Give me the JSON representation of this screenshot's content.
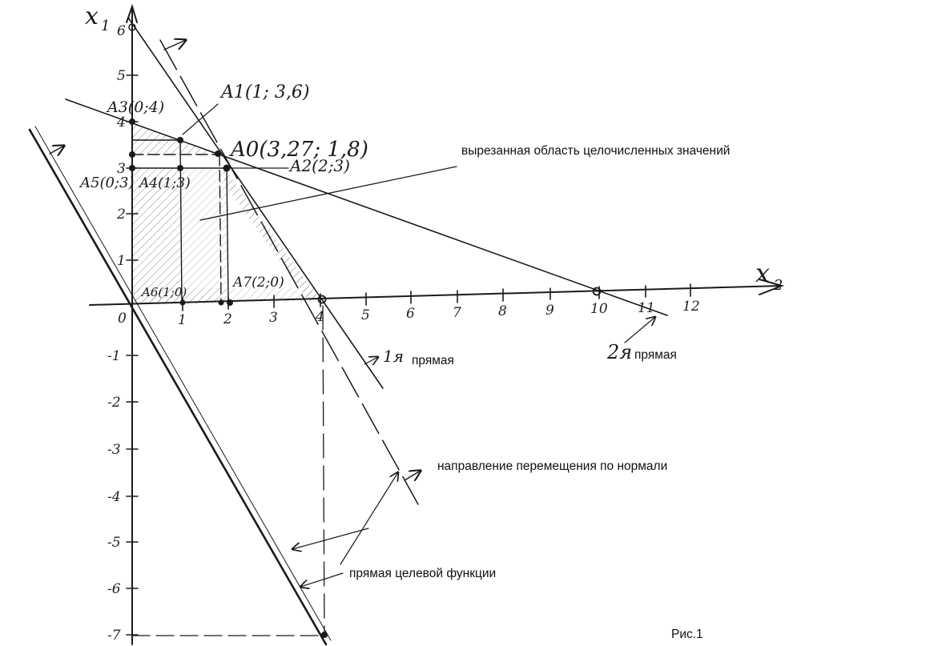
{
  "axes": {
    "x_label": "x",
    "x_sub": "2",
    "y_label": "x",
    "y_sub": "1",
    "origin": "0",
    "x_ticks": [
      "1",
      "2",
      "3",
      "4",
      "5",
      "6",
      "7",
      "8",
      "9",
      "10",
      "11",
      "12"
    ],
    "y_ticks_pos": [
      "1",
      "2",
      "3",
      "4",
      "5",
      "6"
    ],
    "y_ticks_neg": [
      "-1",
      "-2",
      "-3",
      "-4",
      "-5",
      "-6",
      "-7"
    ]
  },
  "points": {
    "A0": "A0(3,27; 1,8)",
    "A1": "A1(1; 3,6)",
    "A2": "A2(2;3)",
    "A3": "A3(0;4)",
    "A4": "A4(1;3)",
    "A5": "A5(0;3)",
    "A6": "A6(1;0)",
    "A7": "A7(2;0)"
  },
  "annotations": {
    "cut_region": "вырезанная область целочисленных значений",
    "line1_hand": "1я",
    "line1": "прямая",
    "line2_hand": "2я",
    "line2": "прямая",
    "normal_dir": "направление перемещения по нормали",
    "objective": "прямая целевой функции",
    "figure": "Рис.1"
  }
}
